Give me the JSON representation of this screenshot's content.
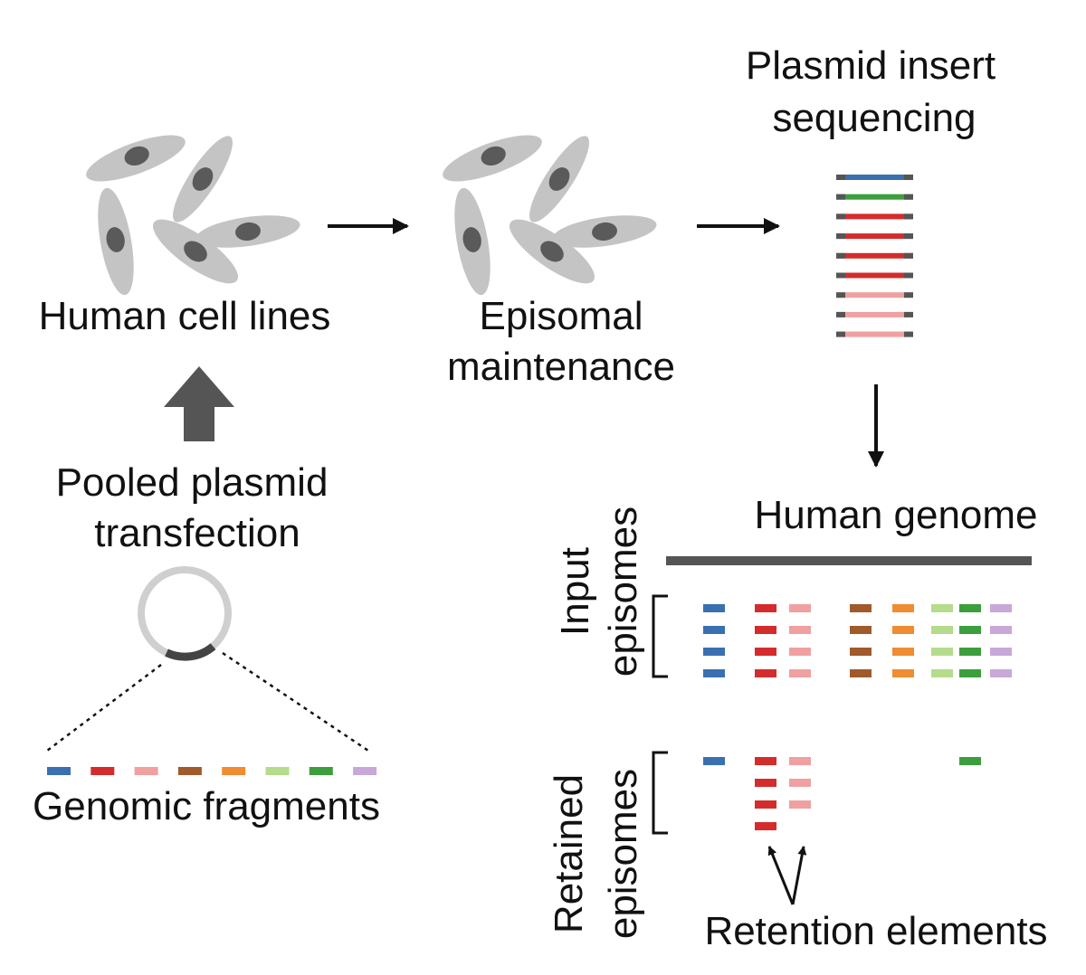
{
  "labels": {
    "human_cell_lines": "Human cell lines",
    "episomal_line1": "Episomal",
    "episomal_line2": "maintenance",
    "insert_seq_line1": "Plasmid insert",
    "insert_seq_line2": "sequencing",
    "pooled_line1": "Pooled plasmid",
    "pooled_line2": "transfection",
    "genomic_fragments": "Genomic fragments",
    "human_genome": "Human genome",
    "input_line1": "Input",
    "input_line2": "episomes",
    "retained_line1": "Retained",
    "retained_line2": "episomes",
    "retention_elements": "Retention elements"
  },
  "colors": {
    "blue": "#3a70b0",
    "red": "#d42c2c",
    "pink": "#f0a0a0",
    "brown": "#a05a2c",
    "orange": "#f08c32",
    "lightgreen": "#b4dc8c",
    "green": "#3c9e3c",
    "lavender": "#c8a8d8",
    "cell": "#c4c4c4",
    "nucleus": "#5a5a5a",
    "dark": "#4a4a4a"
  },
  "fragment_palette": [
    "blue",
    "red",
    "pink",
    "brown",
    "orange",
    "lightgreen",
    "green",
    "lavender"
  ],
  "sequencing_reads": [
    "blue",
    "green",
    "red",
    "red",
    "red",
    "red",
    "pink",
    "pink",
    "pink"
  ],
  "input_episomes": {
    "columns": [
      "blue",
      "red",
      "pink",
      "brown",
      "orange",
      "lightgreen",
      "green",
      "lavender"
    ],
    "rows": 4
  },
  "retained_episomes": {
    "columns": [
      {
        "color": "blue",
        "count": 1
      },
      {
        "color": "red",
        "count": 4
      },
      {
        "color": "pink",
        "count": 3
      },
      {
        "color": "green",
        "count": 1
      }
    ]
  }
}
